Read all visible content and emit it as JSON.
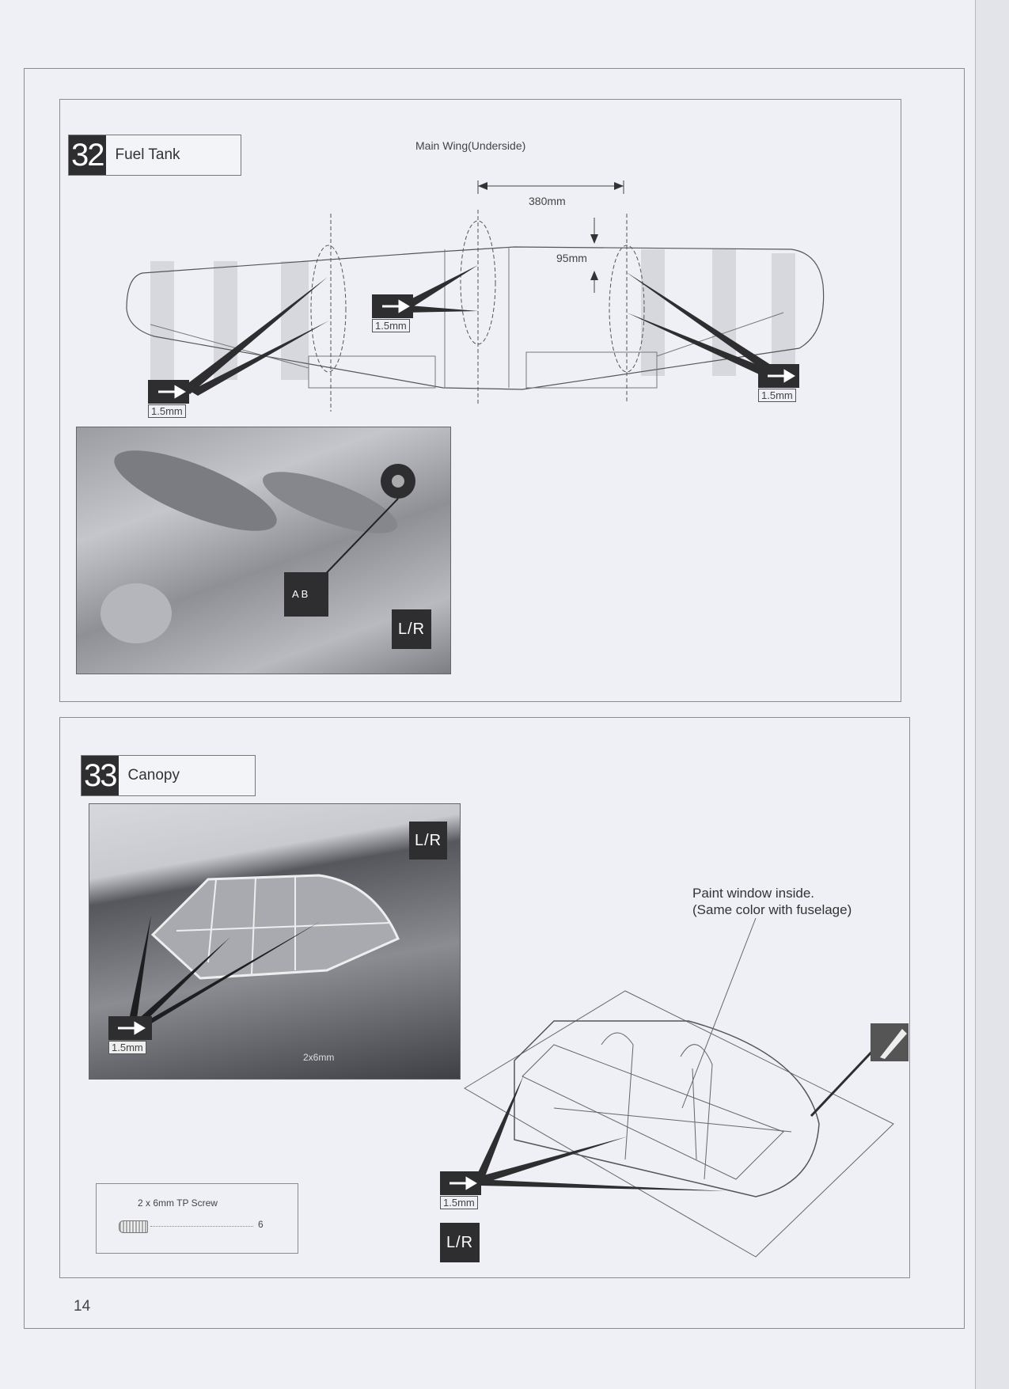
{
  "page_number": "14",
  "step32": {
    "number": "32",
    "title": "Fuel Tank",
    "diagram_title": "Main Wing(Underside)",
    "dim_span": "380mm",
    "dim_offset": "95mm",
    "drill_labels": [
      "1.5mm",
      "1.5mm",
      "1.5mm"
    ],
    "photo_tags": {
      "glue": "A B",
      "side": "L/R"
    }
  },
  "step33": {
    "number": "33",
    "title": "Canopy",
    "photo_drill_label": "1.5mm",
    "photo_screw_label": "2x6mm",
    "note_line1": "Paint window inside.",
    "note_line2": "(Same color with fuselage)",
    "drawing_drill_label": "1.5mm",
    "side_tags": [
      "L/R",
      "L/R"
    ],
    "parts_box": {
      "name": "2 x 6mm TP Screw",
      "qty": "6"
    }
  }
}
